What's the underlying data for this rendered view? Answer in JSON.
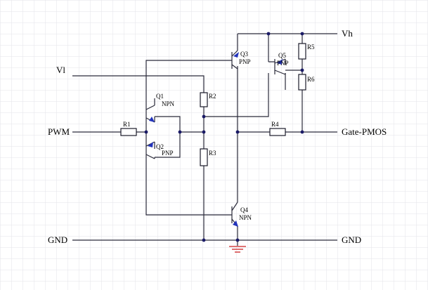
{
  "nets": {
    "vh": "Vh",
    "vl": "Vl",
    "pwm": "PWM",
    "gate": "Gate-PMOS",
    "gnd_left": "GND",
    "gnd_right": "GND"
  },
  "components": {
    "r1": "R1",
    "r2": "R2",
    "r3": "R3",
    "r4": "R4",
    "r5": "R5",
    "r6": "R6",
    "q1": {
      "name": "Q1",
      "type": "NPN"
    },
    "q2": {
      "name": "Q2",
      "type": "PNP"
    },
    "q3": {
      "name": "Q3",
      "type": "PNP"
    },
    "q4": {
      "name": "Q4",
      "type": "NPN"
    },
    "q5": {
      "name": "Q5",
      "type": "PNP"
    }
  },
  "colors": {
    "grid": "#e3e3e8",
    "wire": "#2a2a3a",
    "arrow": "#2233bb",
    "ground": "#cc2222"
  }
}
